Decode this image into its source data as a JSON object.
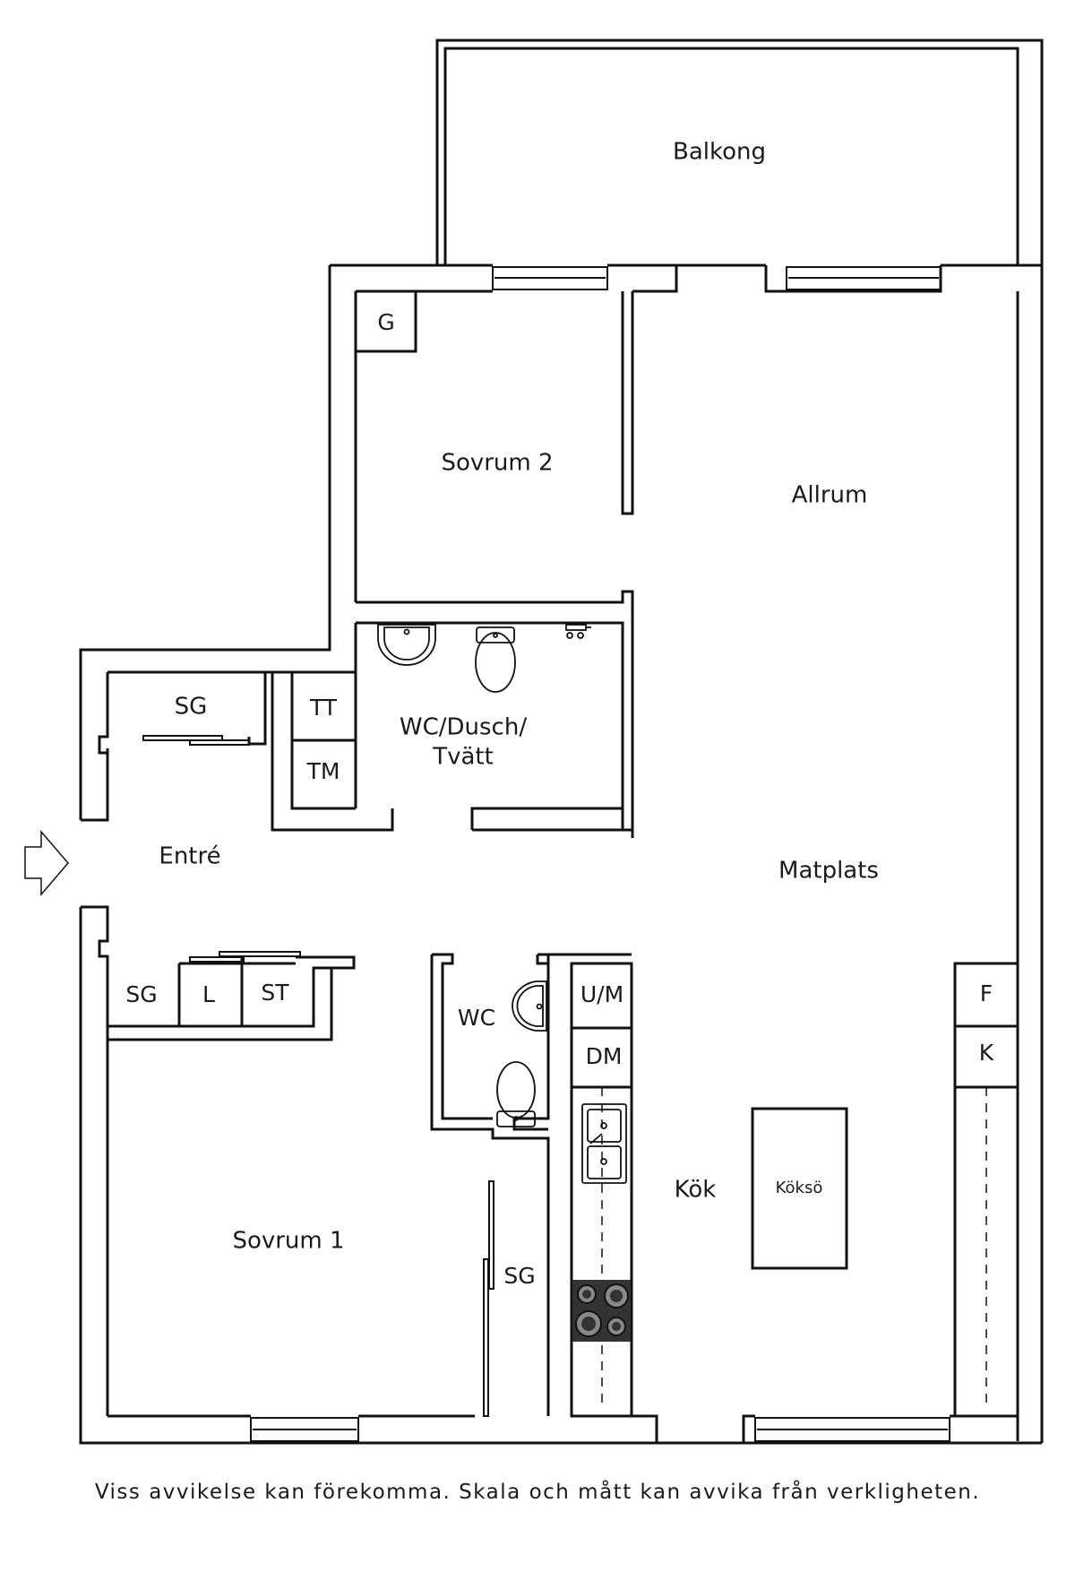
{
  "rooms": {
    "balkong": "Balkong",
    "sovrum2": "Sovrum 2",
    "allrum": "Allrum",
    "g": "G",
    "sg_top": "SG",
    "tt": "TT",
    "tm": "TM",
    "wc_dusch_line1": "WC/Dusch/",
    "wc_dusch_line2": "Tvätt",
    "entre": "Entré",
    "matplats": "Matplats",
    "sg_left": "SG",
    "l": "L",
    "st": "ST",
    "wc": "WC",
    "um": "U/M",
    "dm": "DM",
    "f": "F",
    "k": "K",
    "kok": "Kök",
    "kokso": "Köksö",
    "sovrum1": "Sovrum 1",
    "sg_bed": "SG"
  },
  "disclaimer": "Viss avvikelse kan förekomma. Skala och mått kan avvika från verkligheten.",
  "colors": {
    "wall": "#111111",
    "background": "#ffffff",
    "hob": "#333333"
  }
}
